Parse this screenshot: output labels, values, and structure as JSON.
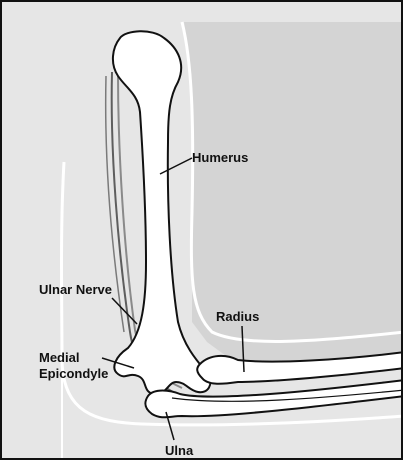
{
  "labels": {
    "humerus": "Humerus",
    "ulnar_nerve": "Ulnar Nerve",
    "radius": "Radius",
    "medial": "Medial",
    "epicondyle": "Epicondyle",
    "ulna": "Ulna"
  },
  "colors": {
    "background": "#e6e6e6",
    "skin_shadow": "#d2d2d2",
    "bone": "#ffffff",
    "outline": "#111111",
    "nerve": "#6f6f6f"
  }
}
